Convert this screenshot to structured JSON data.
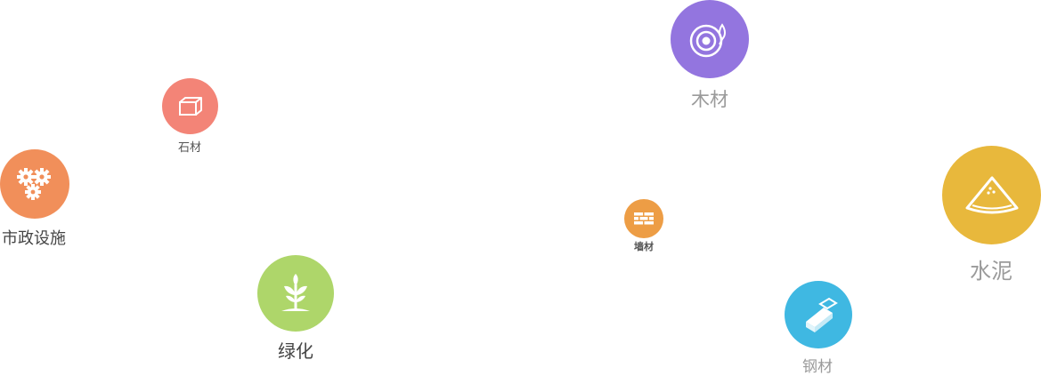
{
  "categories": {
    "wood": {
      "label": "木材",
      "icon": "wood-ring-icon",
      "color": "#9375DF"
    },
    "stone": {
      "label": "石材",
      "icon": "stone-block-icon",
      "color": "#F38477"
    },
    "muni": {
      "label": "市政设施",
      "icon": "gears-icon",
      "color": "#F18F5A"
    },
    "wall": {
      "label": "墙材",
      "icon": "bricks-icon",
      "color": "#ED9D45"
    },
    "cement": {
      "label": "水泥",
      "icon": "cement-pile-icon",
      "color": "#E8B83C"
    },
    "green": {
      "label": "绿化",
      "icon": "plant-icon",
      "color": "#AED66A"
    },
    "steel": {
      "label": "钢材",
      "icon": "steel-beam-icon",
      "color": "#3FB8E2"
    }
  }
}
